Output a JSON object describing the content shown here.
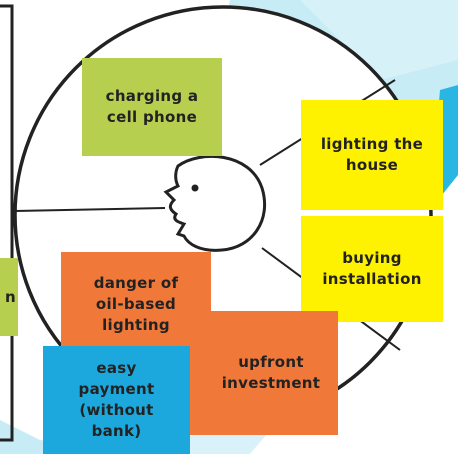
{
  "notes": {
    "charging": "charging a\ncell phone",
    "lighting": "lighting the\nhouse",
    "buying": "buying\ninstallation",
    "danger": "danger of\noil-based\nlighting",
    "upfront": "upfront\ninvestment",
    "easy": "easy\npayment\n(without\nbank)",
    "partial": "n"
  },
  "colors": {
    "green": "#b6cf4f",
    "yellow": "#fff200",
    "orange": "#f0793a",
    "blue": "#1ca8dc",
    "sky": "#c7ecf6"
  }
}
